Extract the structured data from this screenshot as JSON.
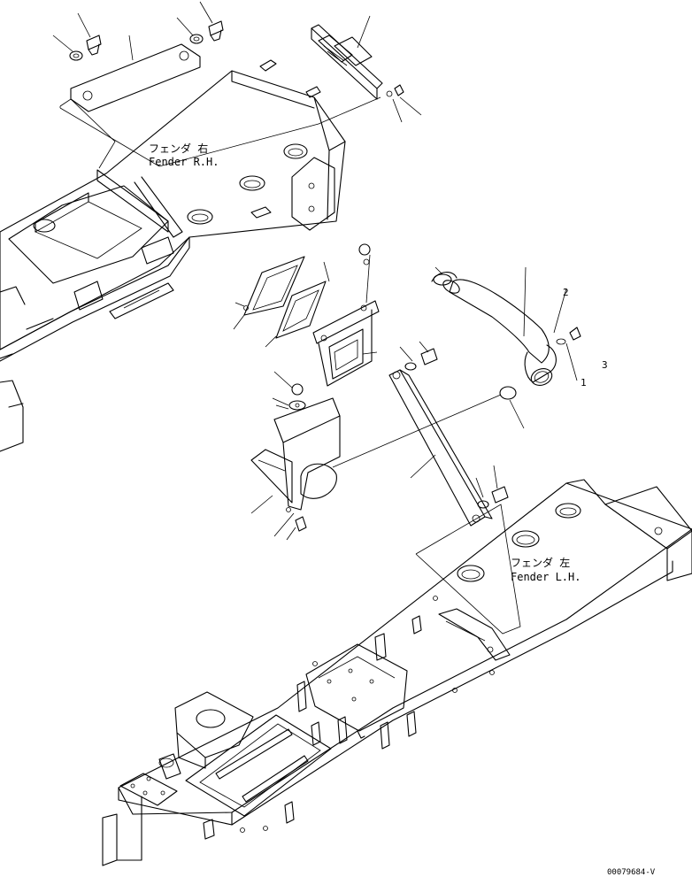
{
  "labels": {
    "fender_rh_jp": "フェンダ 右",
    "fender_rh_en": "Fender R.H.",
    "fender_lh_jp": "フェンダ 左",
    "fender_lh_en": "Fender L.H."
  },
  "callouts": {
    "n1": "1",
    "n2": "2",
    "n3": "3"
  },
  "doc_id": "00079684-V"
}
